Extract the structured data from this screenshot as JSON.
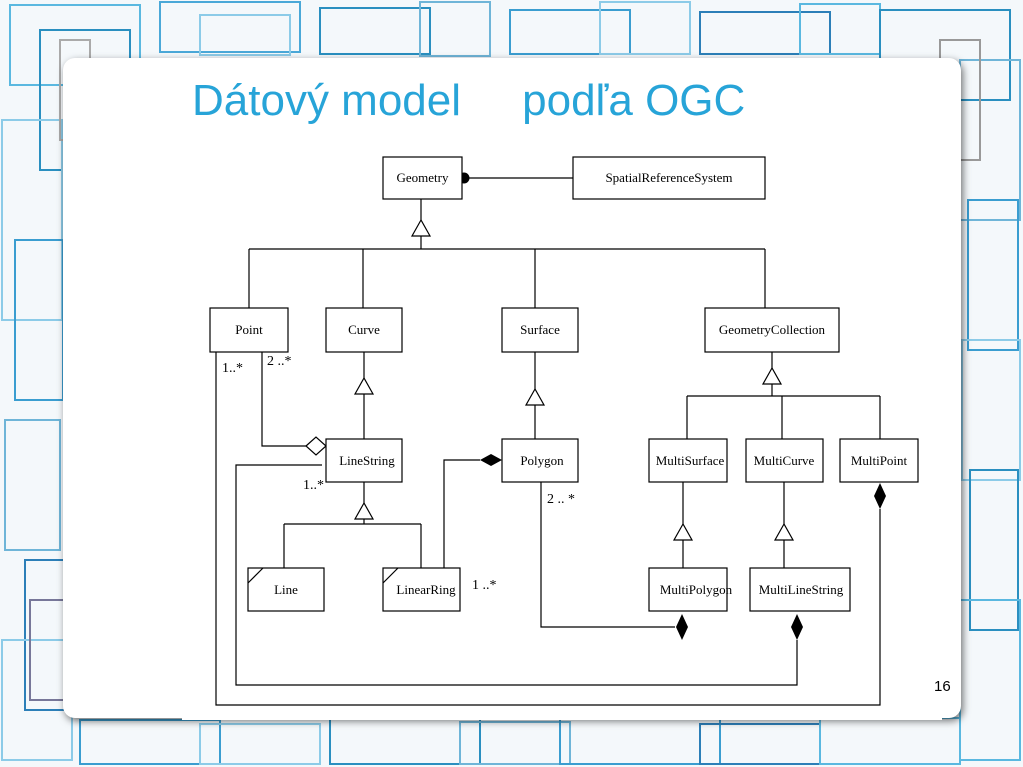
{
  "slide": {
    "title": "Dátový model     podľa OGC",
    "page_number": "16"
  },
  "diagram": {
    "classes": {
      "geometry": "Geometry",
      "srs": "SpatialReferenceSystem",
      "point": "Point",
      "curve": "Curve",
      "surface": "Surface",
      "geometry_collection": "GeometryCollection",
      "linestring": "LineString",
      "polygon": "Polygon",
      "multisurface": "MultiSurface",
      "multicurve": "MultiCurve",
      "multipoint": "MultiPoint",
      "line": "Line",
      "linearring": "LinearRing",
      "multipolygon": "MultiPolygon",
      "multilinestring": "MultiLineString"
    },
    "multiplicities": {
      "point_multipoint": "1..*",
      "point_linestring": "2 ..*",
      "linestring_multilinestring": "1..*",
      "polygon_multipolygon": "2 .. *",
      "linearring_polygon": "1 ..*"
    }
  }
}
